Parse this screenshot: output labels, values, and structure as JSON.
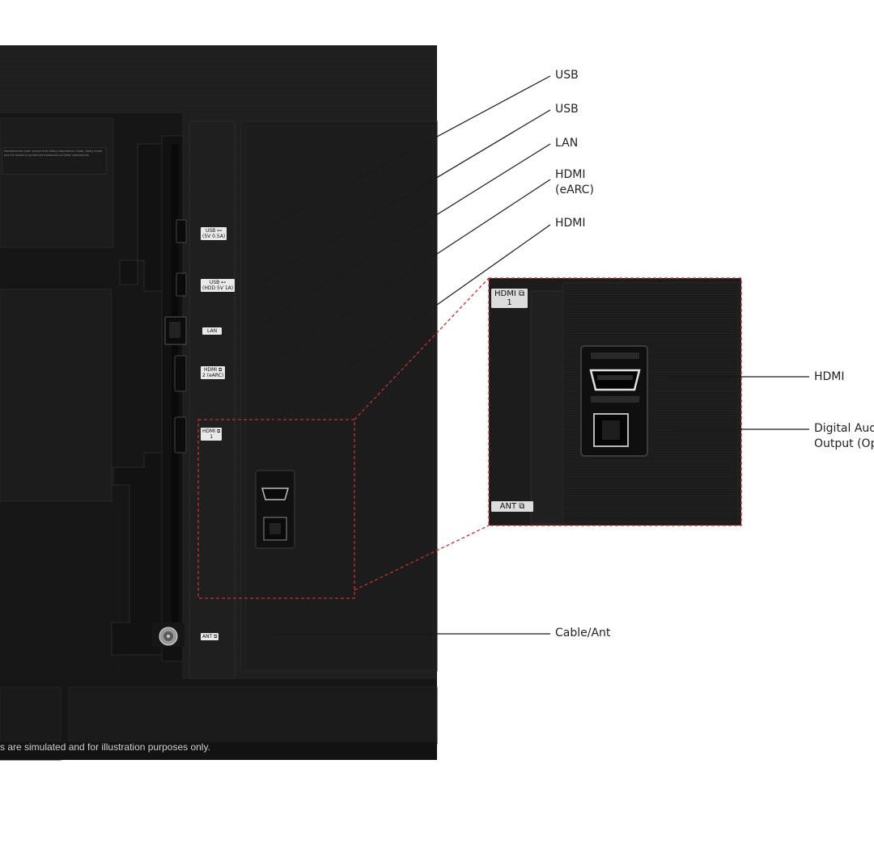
{
  "callouts": [
    {
      "id": "usb1",
      "lines": [
        "USB"
      ]
    },
    {
      "id": "usb2",
      "lines": [
        "USB"
      ]
    },
    {
      "id": "lan",
      "lines": [
        "LAN"
      ]
    },
    {
      "id": "hdmi-earc",
      "lines": [
        "HDMI",
        "(eARC)"
      ]
    },
    {
      "id": "hdmi",
      "lines": [
        "HDMI"
      ]
    },
    {
      "id": "cable",
      "lines": [
        "Cable/Ant"
      ]
    }
  ],
  "zoom_callouts": [
    {
      "id": "zoom-hdmi",
      "lines": [
        "HDMI"
      ]
    },
    {
      "id": "zoom-audio",
      "lines": [
        "Digital Aud",
        "Output (Op"
      ]
    }
  ],
  "port_tags": {
    "usb1": [
      "USB ⊷",
      "(5V 0.5A)"
    ],
    "usb2": [
      "USB ⊷",
      "(HDD 5V 1A)"
    ],
    "lan": [
      "LAN"
    ],
    "hdmi2": [
      "HDMI ⧉",
      "2 (eARC)"
    ],
    "hdmi1": [
      "HDMI ⧉",
      "1"
    ],
    "ant": [
      "ANT ⧉"
    ],
    "zoom_hdmi1": [
      "HDMI ⧉",
      "1"
    ],
    "zoom_ant": [
      "ANT ⧉"
    ]
  },
  "dolby_notice": "Manufactured under license from Dolby Laboratories. Dolby, Dolby Audio, and the double-D symbol are trademarks of Dolby Laboratories.",
  "disclaimer": "s are simulated and for illustration purposes only.",
  "colors": {
    "panel": "#1b1b1b",
    "panel_light": "#252525",
    "leader": "#1a1a1a",
    "zoom_border": "#c03030",
    "label_text": "#222222"
  }
}
